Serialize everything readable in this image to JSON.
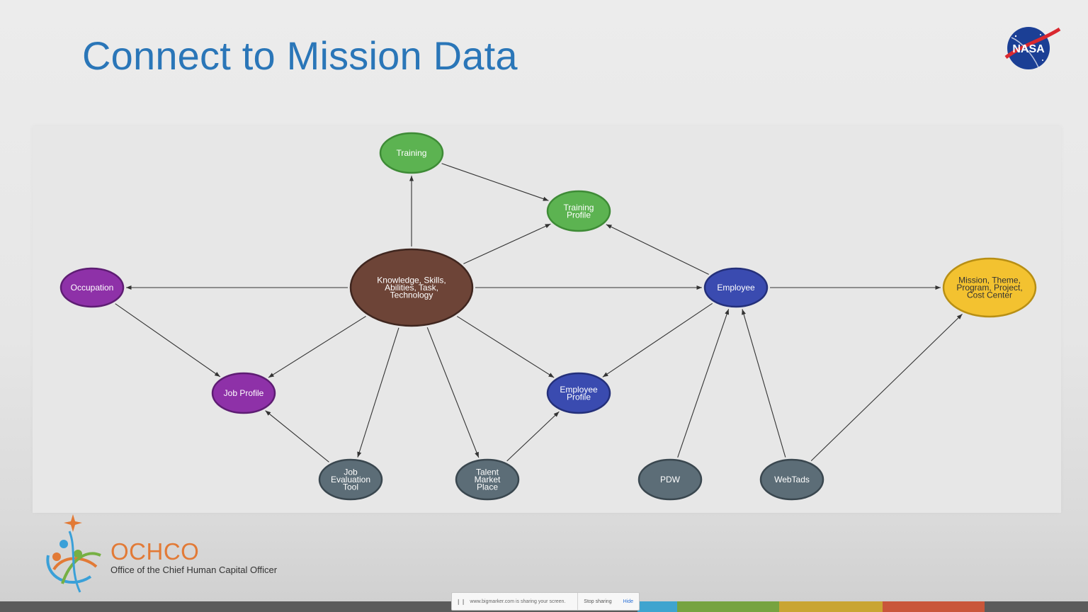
{
  "slide": {
    "title": "Connect to Mission Data"
  },
  "branding": {
    "nasa_logo_text": "NASA",
    "ochco_name": "OCHCO",
    "ochco_subtitle": "Office of the Chief Human Capital Officer"
  },
  "screen_share": {
    "message": "www.bigmarker.com is sharing your screen.",
    "stop_label": "Stop sharing",
    "hide_label": "Hide"
  },
  "colors": {
    "title": "#2a76b8",
    "green": "#5cb351",
    "purple": "#8e31a8",
    "brown": "#6d4437",
    "blue": "#3a4bb0",
    "yellow": "#f3c230",
    "slate": "#5c6d77",
    "ochco_orange": "#e27a36"
  },
  "diagram": {
    "nodes": [
      {
        "id": "training",
        "label": [
          "Training"
        ],
        "color": "green"
      },
      {
        "id": "training_profile",
        "label": [
          "Training",
          "Profile"
        ],
        "color": "green"
      },
      {
        "id": "occupation",
        "label": [
          "Occupation"
        ],
        "color": "purple"
      },
      {
        "id": "ksat",
        "label": [
          "Knowledge, Skills,",
          "Abilities, Task,",
          "Technology"
        ],
        "color": "brown"
      },
      {
        "id": "employee",
        "label": [
          "Employee"
        ],
        "color": "blue"
      },
      {
        "id": "mission",
        "label": [
          "Mission, Theme,",
          "Program, Project,",
          "Cost Center"
        ],
        "color": "yellow"
      },
      {
        "id": "job_profile",
        "label": [
          "Job Profile"
        ],
        "color": "purple"
      },
      {
        "id": "employee_profile",
        "label": [
          "Employee",
          "Profile"
        ],
        "color": "blue"
      },
      {
        "id": "job_eval_tool",
        "label": [
          "Job",
          "Evaluation",
          "Tool"
        ],
        "color": "slate"
      },
      {
        "id": "talent_market",
        "label": [
          "Talent",
          "Market",
          "Place"
        ],
        "color": "slate"
      },
      {
        "id": "pdw",
        "label": [
          "PDW"
        ],
        "color": "slate"
      },
      {
        "id": "webtads",
        "label": [
          "WebTads"
        ],
        "color": "slate"
      }
    ],
    "edges": [
      {
        "from": "ksat",
        "to": "training"
      },
      {
        "from": "training",
        "to": "training_profile"
      },
      {
        "from": "ksat",
        "to": "training_profile"
      },
      {
        "from": "employee",
        "to": "training_profile"
      },
      {
        "from": "ksat",
        "to": "occupation"
      },
      {
        "from": "ksat",
        "to": "employee"
      },
      {
        "from": "employee",
        "to": "mission"
      },
      {
        "from": "occupation",
        "to": "job_profile"
      },
      {
        "from": "ksat",
        "to": "job_profile"
      },
      {
        "from": "ksat",
        "to": "employee_profile"
      },
      {
        "from": "employee",
        "to": "employee_profile"
      },
      {
        "from": "ksat",
        "to": "job_eval_tool"
      },
      {
        "from": "ksat",
        "to": "talent_market"
      },
      {
        "from": "job_eval_tool",
        "to": "job_profile"
      },
      {
        "from": "talent_market",
        "to": "employee_profile"
      },
      {
        "from": "pdw",
        "to": "employee"
      },
      {
        "from": "webtads",
        "to": "employee"
      },
      {
        "from": "webtads",
        "to": "mission"
      }
    ]
  }
}
